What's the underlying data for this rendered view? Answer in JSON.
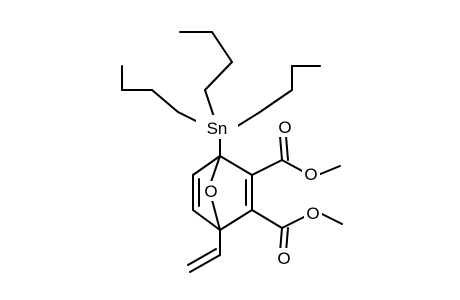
{
  "molecule": {
    "atoms": {
      "tin": "Sn",
      "bridge_oxygen": "O",
      "ester1_carbonyl_oxygen": "O",
      "ester1_ether_oxygen": "O",
      "ester2_carbonyl_oxygen": "O",
      "ester2_ether_oxygen": "O"
    }
  },
  "colors": {
    "bond": "#000000",
    "background": "#ffffff"
  }
}
